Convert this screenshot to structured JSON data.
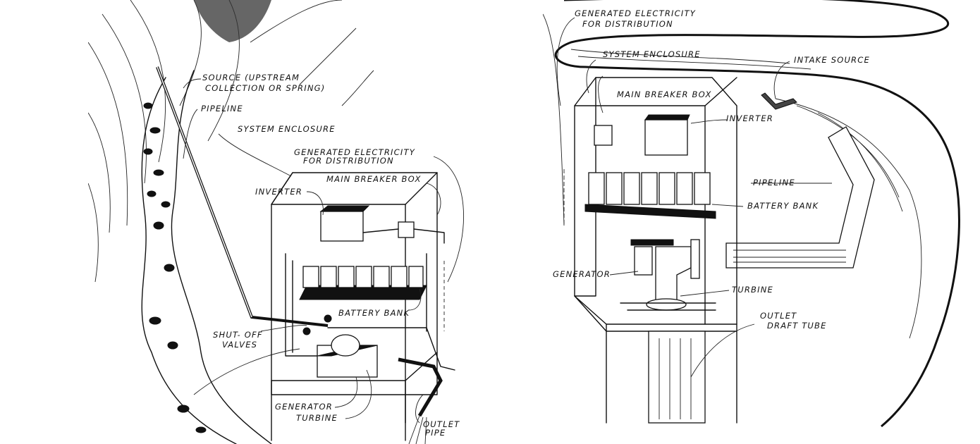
{
  "diagram": {
    "left": {
      "title": "Micro-hydro system with pipeline from upstream source",
      "labels": {
        "source_line1": "SOURCE (UPSTREAM",
        "source_line2": "COLLECTION OR SPRING)",
        "pipeline": "PIPELINE",
        "system_enclosure": "SYSTEM ENCLOSURE",
        "generated_electricity_line1": "GENERATED ELECTRICITY",
        "generated_electricity_line2": "FOR DISTRIBUTION",
        "main_breaker_box": "MAIN BREAKER BOX",
        "inverter": "INVERTER",
        "battery_bank": "BATTERY BANK",
        "shutoff_valves_line1": "SHUT- OFF",
        "shutoff_valves_line2": "VALVES",
        "generator": "GENERATOR",
        "turbine": "TURBINE",
        "outlet_pipe_line1": "OUTLET",
        "outlet_pipe_line2": "PIPE"
      }
    },
    "right": {
      "title": "Micro-hydro system with intake from river",
      "labels": {
        "generated_electricity_line1": "GENERATED ELECTRICITY",
        "generated_electricity_line2": "FOR DISTRIBUTION",
        "system_enclosure": "SYSTEM ENCLOSURE",
        "intake_source": "INTAKE SOURCE",
        "main_breaker_box": "MAIN BREAKER BOX",
        "inverter": "INVERTER",
        "pipeline": "PIPELINE",
        "battery_bank": "BATTERY BANK",
        "generator": "GENERATOR",
        "turbine": "TURBINE",
        "outlet_draft_tube_line1": "OUTLET",
        "outlet_draft_tube_line2": "DRAFT TUBE"
      }
    }
  }
}
